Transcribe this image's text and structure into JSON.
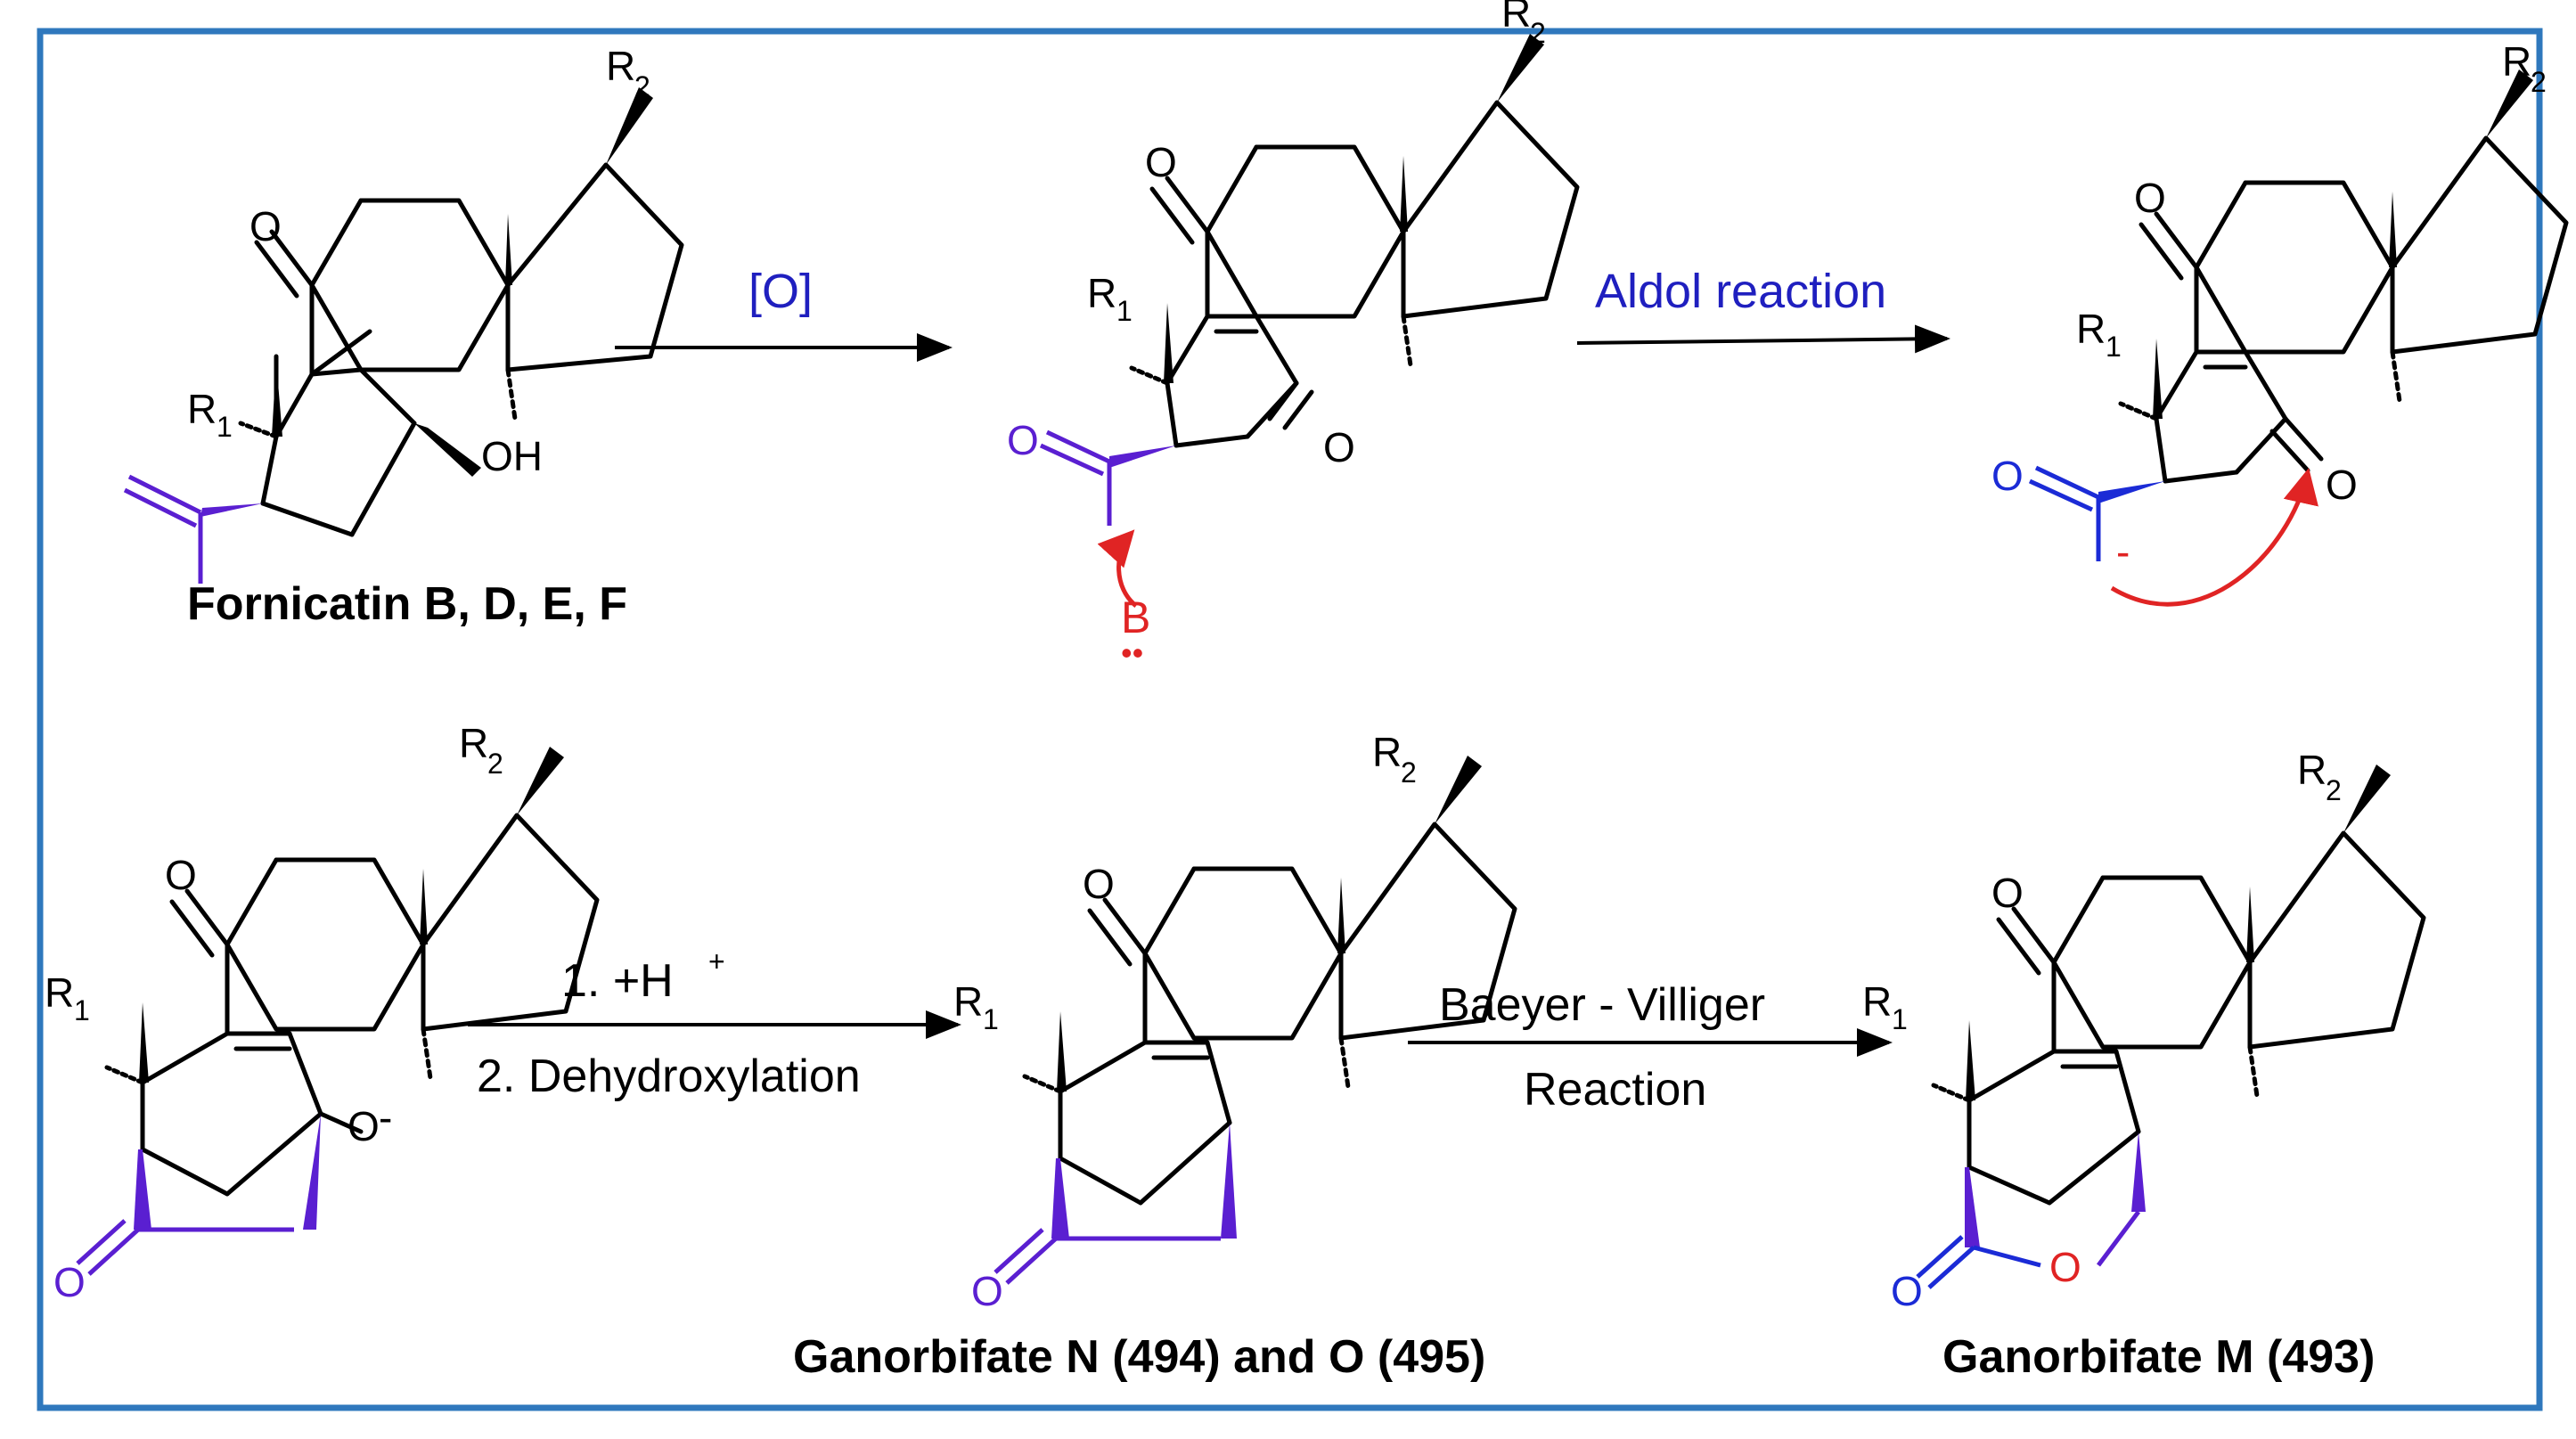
{
  "colors": {
    "frame": "#2f78bd",
    "bond": "#000000",
    "reagent_text": "#1f1fbf",
    "purple": "#5a1fd1",
    "blue": "#1b2bd6",
    "red": "#e02424"
  },
  "atoms": {
    "O": "O",
    "OH": "OH",
    "R1": "R",
    "R1_sub": "1",
    "R2": "R",
    "R2_sub": "2",
    "B": "B",
    "lone_pair": "••",
    "charge_minus": "-",
    "O_minus": "O",
    "O_minus_charge": "-",
    "H_plus_sup": "+"
  },
  "labels": {
    "fornicatin": "Fornicatin B, D, E, F",
    "ganorbifate_no": "Ganorbifate N (494) and O (495)",
    "ganorbifate_m": "Ganorbifate M (493)"
  },
  "reactions": {
    "oxidation": "[O]",
    "aldol": "Aldol reaction",
    "step1": "1. +H",
    "step2": "2. Dehydroxylation",
    "baeyer_line1": "Baeyer - Villiger",
    "baeyer_line2": "Reaction"
  }
}
